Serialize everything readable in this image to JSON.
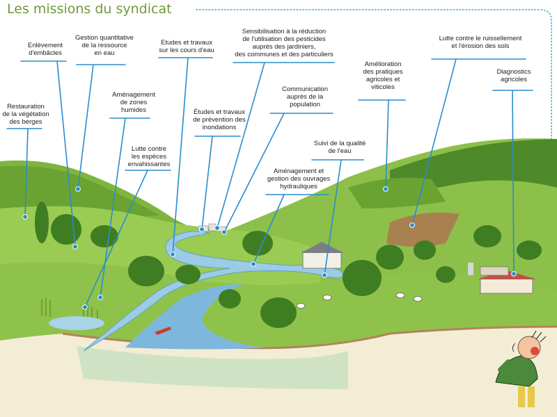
{
  "title": "Les missions du syndicat",
  "colors": {
    "title": "#6f9a3a",
    "frame": "#3a9ad0",
    "callout": "#2a8ccc",
    "river": "#9ccbe6",
    "grass": "#8fc24a",
    "forest": "#4f8a2a"
  },
  "labels": [
    {
      "id": "restauration",
      "text": "Restauration\nde la végétation\ndes berges"
    },
    {
      "id": "embacles",
      "text": "Enlèvement\nd'embâcles"
    },
    {
      "id": "gestion-quantitative",
      "text": "Gestion quantitative\nde la ressource\nen eau"
    },
    {
      "id": "zones-humides",
      "text": "Aménagement\nde zones\nhumides"
    },
    {
      "id": "especes-envahissantes",
      "text": "Lutte contre\nles espèces\nenvahissantes"
    },
    {
      "id": "cours-eau",
      "text": "Etudes et travaux\nsur les cours d'eau"
    },
    {
      "id": "inondations",
      "text": "Études et travaux\nde prévention des\ninondations"
    },
    {
      "id": "pesticides",
      "text": "Sensibilisation à la réduction\nde l'utilisation des pesticides\nauprès des jardiniers,\ndes communes et des particuliers"
    },
    {
      "id": "communication",
      "text": "Communication\nauprès de la\npopulation"
    },
    {
      "id": "ouvrages-hydrauliques",
      "text": "Aménagement et\ngestion des ouvrages\nhydrauliques"
    },
    {
      "id": "qualite-eau",
      "text": "Suivi de la qualité\nde l'eau"
    },
    {
      "id": "pratiques-agricoles",
      "text": "Amélioration\ndes pratiques\nagricoles et\nviticoles"
    },
    {
      "id": "ruissellement",
      "text": "Lutte contre le ruissellement\net l'érosion des sols"
    },
    {
      "id": "diagnostics",
      "text": "Diagnostics\nagricoles"
    }
  ]
}
